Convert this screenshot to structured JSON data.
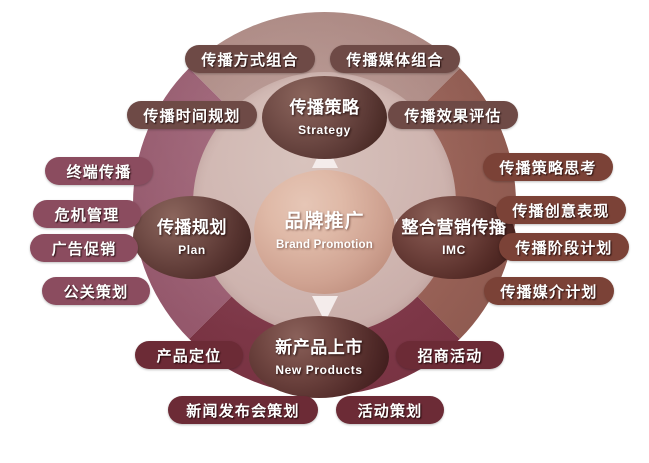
{
  "diagram": {
    "center": {
      "cn": "品牌推广",
      "en": "Brand Promotion"
    },
    "nodes": [
      {
        "cn": "传播策略",
        "en": "Strategy",
        "position": "top"
      },
      {
        "cn": "传播规划",
        "en": "Plan",
        "position": "left"
      },
      {
        "cn": "整合营销传播",
        "en": "IMC",
        "position": "right"
      },
      {
        "cn": "新产品上市",
        "en": "New Products",
        "position": "bottom"
      }
    ],
    "quadrants": [
      {
        "name": "top",
        "color": "#a8837d"
      },
      {
        "name": "left",
        "color": "#93566a"
      },
      {
        "name": "right",
        "color": "#8e5a50"
      },
      {
        "name": "bottom",
        "color": "#783342"
      }
    ],
    "labels": [
      {
        "id": 1,
        "text": "传播方式组合",
        "group": "top"
      },
      {
        "id": 2,
        "text": "传播媒体组合",
        "group": "top"
      },
      {
        "id": 3,
        "text": "传播时间规划",
        "group": "top"
      },
      {
        "id": 4,
        "text": "传播效果评估",
        "group": "top"
      },
      {
        "id": 5,
        "text": "终端传播",
        "group": "left"
      },
      {
        "id": 6,
        "text": "危机管理",
        "group": "left"
      },
      {
        "id": 7,
        "text": "广告促销",
        "group": "left"
      },
      {
        "id": 8,
        "text": "公关策划",
        "group": "left"
      },
      {
        "id": 9,
        "text": "传播策略思考",
        "group": "right"
      },
      {
        "id": 10,
        "text": "传播创意表现",
        "group": "right"
      },
      {
        "id": 11,
        "text": "传播阶段计划",
        "group": "right"
      },
      {
        "id": 12,
        "text": "传播媒介计划",
        "group": "right"
      },
      {
        "id": 13,
        "text": "产品定位",
        "group": "bottom"
      },
      {
        "id": 14,
        "text": "招商活动",
        "group": "bottom"
      },
      {
        "id": 15,
        "text": "新闻发布会策划",
        "group": "bottom"
      },
      {
        "id": 16,
        "text": "活动策划",
        "group": "bottom"
      }
    ],
    "arrows": [
      "arrow-up",
      "arrow-left",
      "arrow-right",
      "arrow-down"
    ]
  }
}
